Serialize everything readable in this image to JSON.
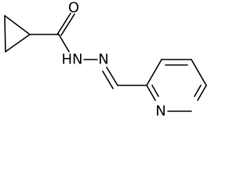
{
  "molecule": {
    "atoms": {
      "oxygen": "O",
      "hydrazide_nh": "HN",
      "imine_n": "N",
      "pyridine_n": "N"
    },
    "colors": {
      "bond": "#000000",
      "text": "#000000",
      "background": "#ffffff"
    }
  }
}
